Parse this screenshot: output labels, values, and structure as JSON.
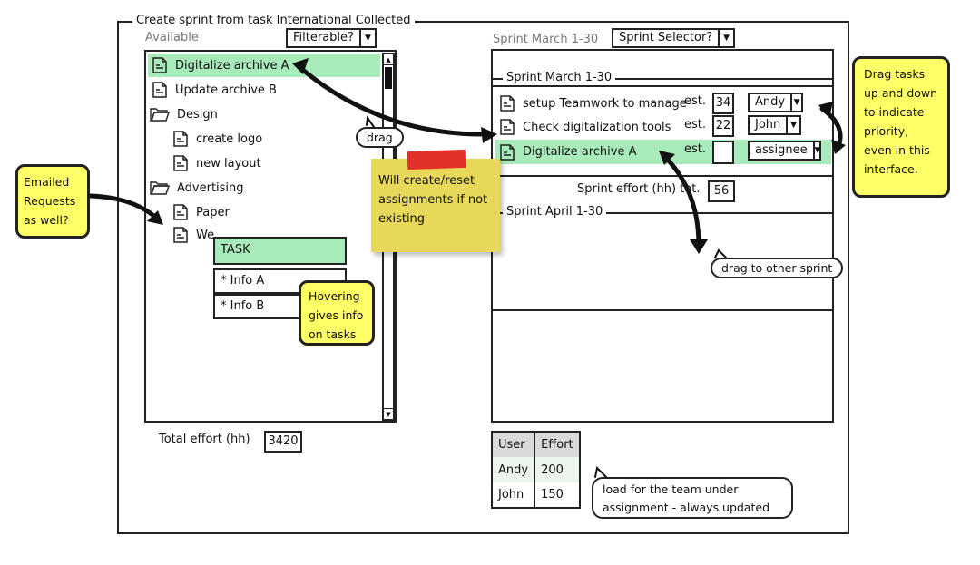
{
  "frame": {
    "title": "Create sprint from task International Collected"
  },
  "available": {
    "label": "Available",
    "filter_dropdown": {
      "selected": "Filterable?"
    },
    "tree": [
      {
        "label": "Digitalize archive A",
        "type": "task",
        "level": 0,
        "selected": true
      },
      {
        "label": "Update archive B",
        "type": "task",
        "level": 0
      },
      {
        "label": "Design",
        "type": "folder",
        "level": 0
      },
      {
        "label": "create logo",
        "type": "task",
        "level": 1
      },
      {
        "label": "new layout",
        "type": "task",
        "level": 1
      },
      {
        "label": "Advertising",
        "type": "folder",
        "level": 0
      },
      {
        "label": "Paper",
        "type": "task",
        "level": 1
      },
      {
        "label": "We",
        "type": "task",
        "level": 1
      }
    ],
    "hover_popup": {
      "title": "TASK",
      "lines": [
        "* Info A",
        "* Info B"
      ]
    },
    "total_effort_label": "Total effort (hh)",
    "total_effort_value": "3420"
  },
  "sprint_panel": {
    "label": "Sprint March 1-30",
    "sprint_dropdown": {
      "selected": "Sprint Selector?"
    },
    "sprints": [
      {
        "title": "Sprint March 1-30",
        "tasks": [
          {
            "label": "setup Teamwork to manage",
            "est_label": "est.",
            "est": "34",
            "assignee": "Andy"
          },
          {
            "label": "Check digitalization tools",
            "est_label": "est.",
            "est": "22",
            "assignee": "John"
          },
          {
            "label": "Digitalize archive A",
            "est_label": "est.",
            "est": "",
            "assignee": "assignee",
            "selected": true
          }
        ],
        "effort_label": "Sprint effort (hh) tot.",
        "effort_value": "56"
      },
      {
        "title": "Sprint April 1-30",
        "tasks": []
      }
    ],
    "effort_table": {
      "headers": [
        "User",
        "Effort"
      ],
      "rows": [
        [
          "Andy",
          "200"
        ],
        [
          "John",
          "150"
        ]
      ]
    }
  },
  "annotations": {
    "drag": "drag",
    "drag_other_sprint": "drag to other sprint",
    "emailed": "Emailed Requests as well?",
    "hovering": "Hovering gives info on tasks",
    "create_reset": "Will create/reset assignments if not existing",
    "priority": "Drag tasks up and down to indicate priority, even in this interface.",
    "load": "load for the team under assignment - always updated"
  },
  "colors": {
    "selected_row": "#a8eab9",
    "sticky": "#ffff66",
    "note": "#e8d85a",
    "tape": "#e2302a"
  }
}
